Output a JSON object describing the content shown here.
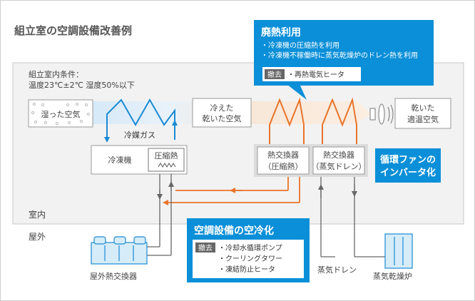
{
  "title": "組立室の空調設備改善例",
  "conditions": {
    "heading": "組立室内条件：",
    "detail": "温度23℃±2℃ 湿度50%以下"
  },
  "boxes": {
    "humid_air": "湿った空気",
    "cooled_air": [
      "冷えた",
      "乾いた空気"
    ],
    "dry_air": [
      "乾いた",
      "適温空気"
    ],
    "refrigerator": "冷凍機",
    "compressor": "圧縮熱",
    "hx_compression": [
      "熱交換器",
      "（圧縮熱）"
    ],
    "hx_drain": [
      "熱交換器",
      "（蒸気ドレン）"
    ]
  },
  "labels": {
    "refrigerant_gas": "冷媒ガス",
    "indoor": "室内",
    "outdoor": "屋外",
    "outdoor_hx": "屋外熱交換器",
    "steam_drain": "蒸気ドレン",
    "steam_dryer": "蒸気乾燥炉"
  },
  "callouts": {
    "waste_heat": {
      "title": "廃熱利用",
      "lines": [
        "・冷凍機の圧縮熱を利用",
        "・冷凍機不稼働時に蒸気乾燥炉のドレン熱を利用"
      ],
      "remove_tag": "撤去",
      "remove_item": "・再熱電気ヒータ"
    },
    "fan": [
      "循環ファンの",
      "インバータ化"
    ],
    "air_cooling": {
      "title": "空調設備の空冷化",
      "remove_tag": "撤去",
      "items": [
        "・冷却水循環ポンプ",
        "・クーリングタワー",
        "・凍結防止ヒータ"
      ]
    }
  },
  "colors": {
    "blue": "#1a8ad4",
    "orange": "#e8742a",
    "gray_line": "#666666",
    "callout_bg": "#0a8fd8",
    "room_bg": "#f2f2f2"
  }
}
